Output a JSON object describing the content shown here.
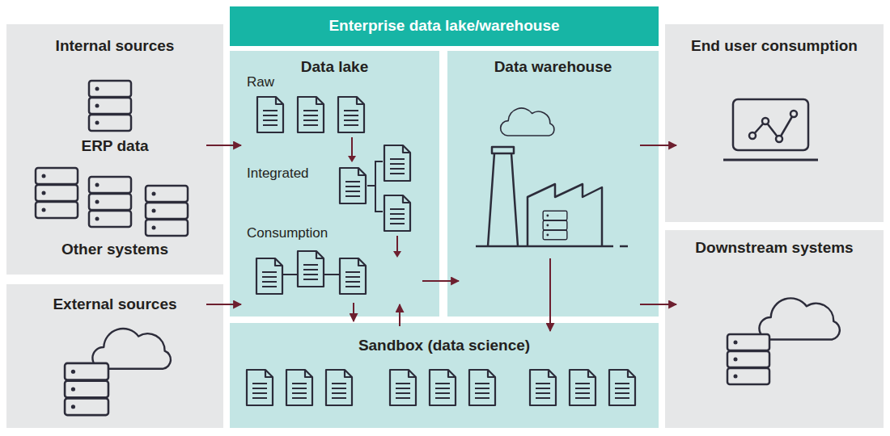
{
  "diagram": {
    "nodes": [
      {
        "text": [
          "Internal sources",
          "ERP data",
          "Other systems"
        ]
      },
      {
        "text": [
          "External sources"
        ]
      },
      {
        "text": [
          "Enterprise data lake/warehouse"
        ]
      },
      {
        "text": [
          "Data lake",
          "Raw",
          "Integrated",
          "Consumption"
        ],
        "in": 2
      },
      {
        "text": [
          "Data warehouse"
        ],
        "in": 2
      },
      {
        "text": [
          "Sandbox (data science)"
        ],
        "in": 2
      },
      {
        "text": [
          "End user consumption"
        ]
      },
      {
        "text": [
          "Downstream systems"
        ]
      }
    ],
    "edges": [
      {
        "from": 0,
        "to": 3,
        "arrow": "to"
      },
      {
        "from": 1,
        "to": 3,
        "arrow": "to"
      },
      {
        "from": 3,
        "to": 4,
        "arrow": "to"
      },
      {
        "from": 3,
        "to": 5,
        "arrow": "to"
      },
      {
        "from": 5,
        "to": 3,
        "arrow": "to"
      },
      {
        "from": 4,
        "to": 5,
        "arrow": "to"
      },
      {
        "from": 4,
        "to": 6,
        "arrow": "to"
      },
      {
        "from": 4,
        "to": 7,
        "arrow": "to"
      }
    ]
  }
}
